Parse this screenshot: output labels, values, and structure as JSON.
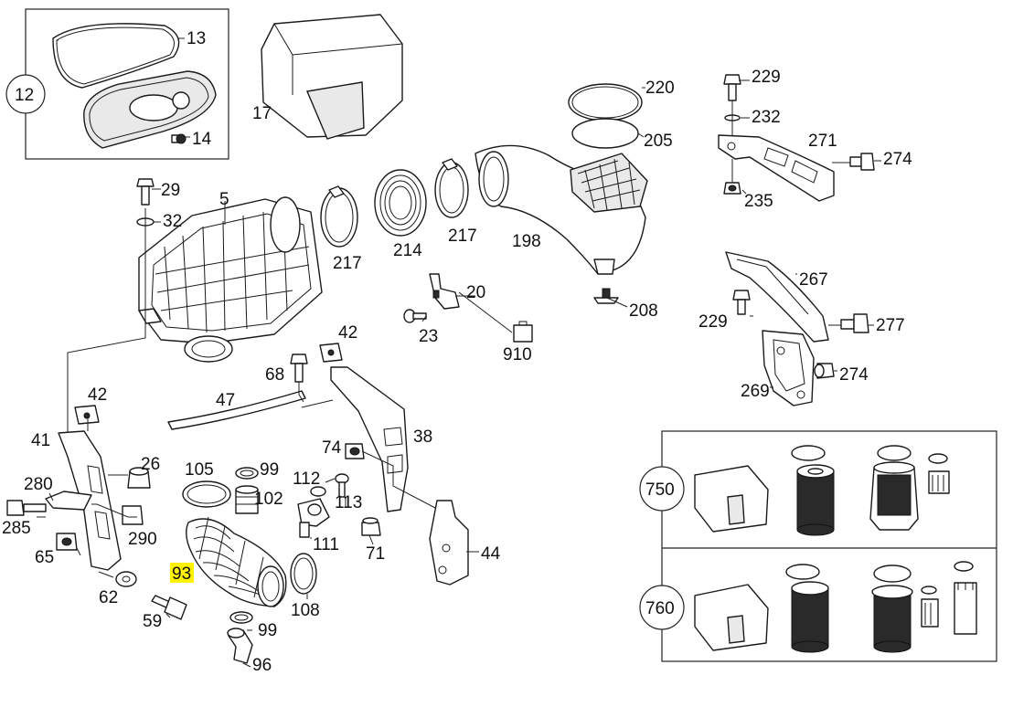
{
  "callouts": {
    "c12": "12",
    "c13": "13",
    "c14": "14",
    "c17": "17",
    "c5": "5",
    "c29": "29",
    "c32": "32",
    "c217a": "217",
    "c214": "214",
    "c217b": "217",
    "c198": "198",
    "c220": "220",
    "c205": "205",
    "c208": "208",
    "c20": "20",
    "c23": "23",
    "c910": "910",
    "c229a": "229",
    "c232": "232",
    "c271": "271",
    "c274a": "274",
    "c235": "235",
    "c267": "267",
    "c229b": "229",
    "c277": "277",
    "c274b": "274",
    "c269": "269",
    "c42a": "42",
    "c68": "68",
    "c47": "47",
    "c42b": "42",
    "c41": "41",
    "c38": "38",
    "c74": "74",
    "c26": "26",
    "c105": "105",
    "c99a": "99",
    "c112": "112",
    "c113": "113",
    "c102": "102",
    "c280": "280",
    "c285": "285",
    "c290": "290",
    "c111": "111",
    "c71": "71",
    "c44": "44",
    "c65": "65",
    "c93": "93",
    "c62": "62",
    "c108": "108",
    "c59": "59",
    "c99b": "99",
    "c96": "96",
    "c750": "750",
    "c760": "760"
  },
  "highlight": {
    "part": "93",
    "color": "#fff200"
  }
}
